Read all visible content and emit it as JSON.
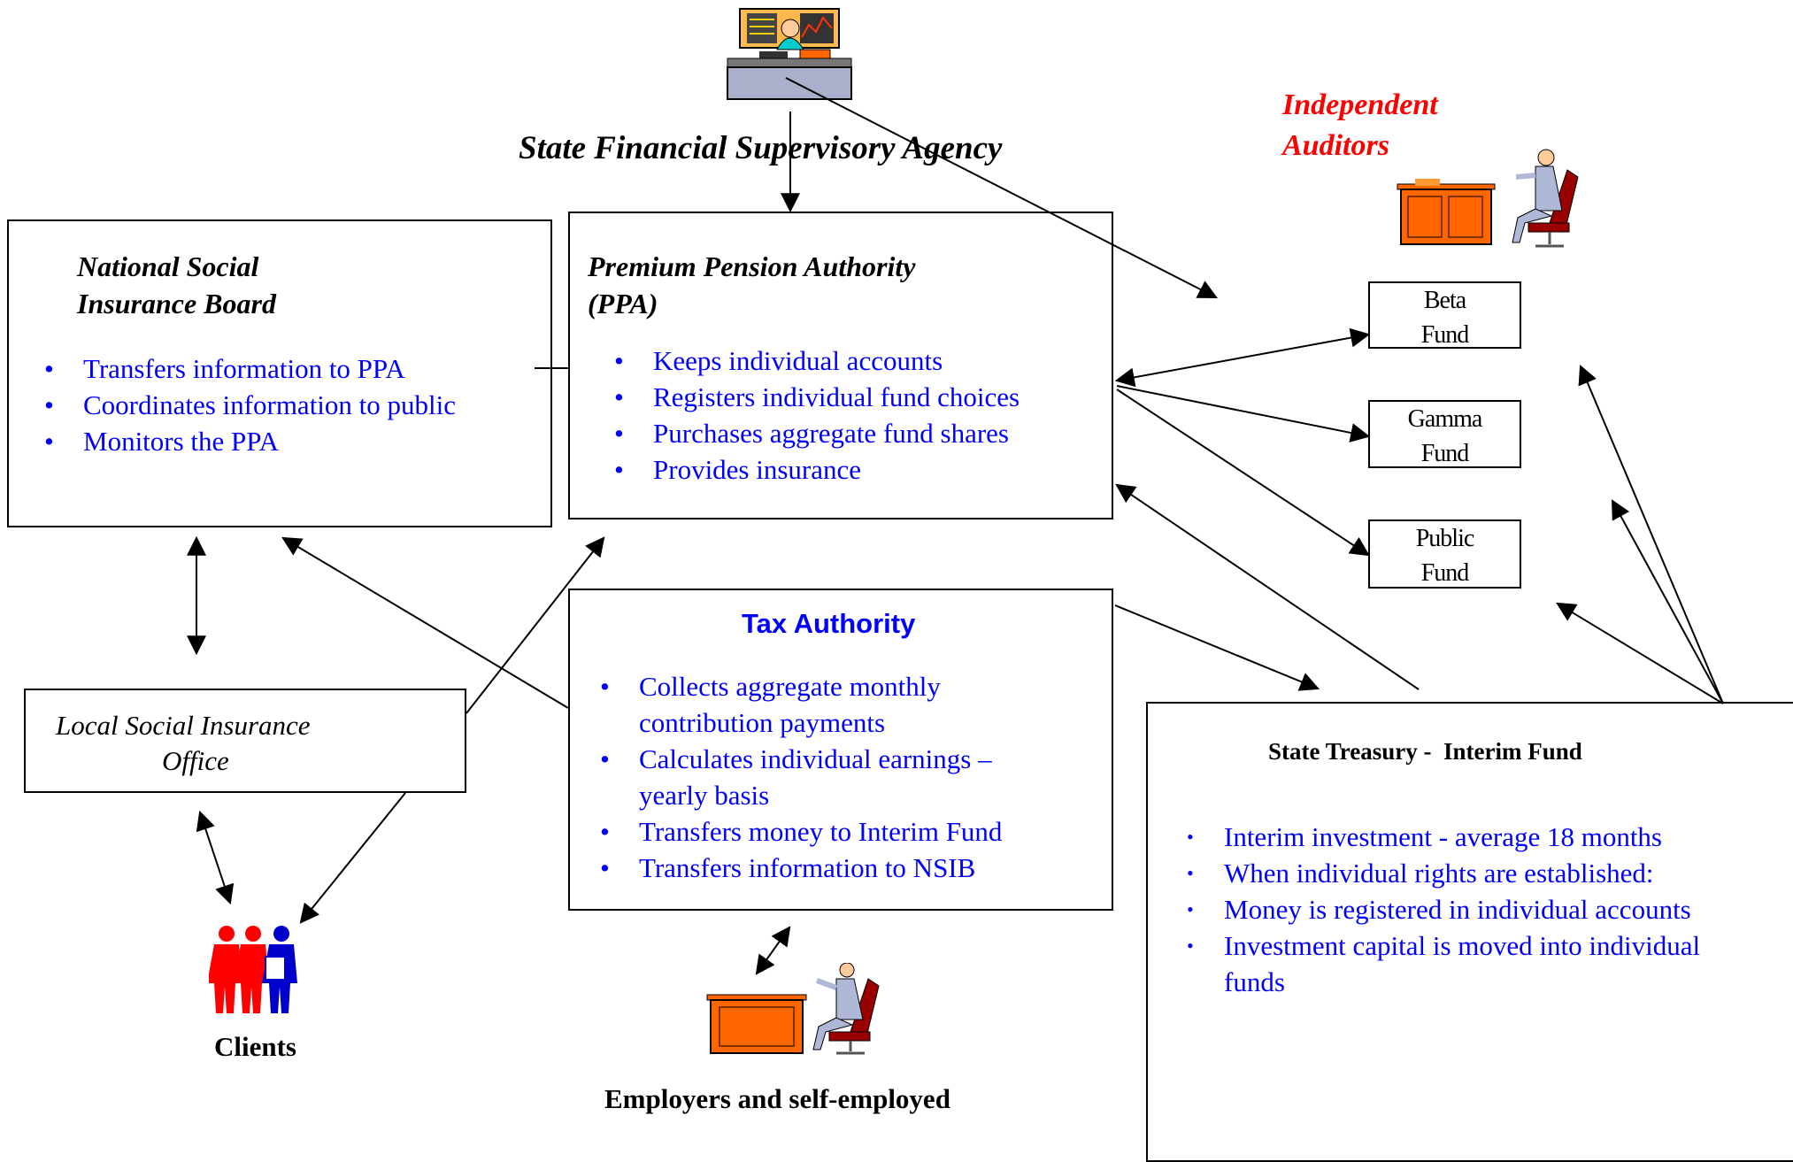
{
  "sfsa": {
    "title": "State Financial Supervisory Agency"
  },
  "auditors": {
    "title_line1": "Independent",
    "title_line2": "Auditors"
  },
  "nsib": {
    "title_line1": "National Social",
    "title_line2": "Insurance Board",
    "items": [
      "Transfers information  to PPA",
      "Coordinates information to public",
      "Monitors the PPA"
    ]
  },
  "ppa": {
    "title_line1": "Premium Pension Authority",
    "title_line2": "(PPA)",
    "items": [
      "Keeps individual accounts",
      "Registers individual fund choices",
      "Purchases aggregate fund shares",
      "Provides insurance"
    ]
  },
  "funds": {
    "beta": [
      "Beta",
      "Fund"
    ],
    "gamma": [
      "Gamma",
      "Fund"
    ],
    "public": [
      "Public",
      "Fund"
    ]
  },
  "local_office": {
    "title_line1": "Local Social Insurance",
    "title_line2": "Office"
  },
  "tax": {
    "title": "Tax Authority",
    "items": [
      [
        "Collects aggregate monthly",
        "contribution payments"
      ],
      [
        "Calculates individual earnings –",
        "yearly basis"
      ],
      [
        "Transfers money to Interim Fund"
      ],
      [
        "Transfers information to NSIB"
      ]
    ]
  },
  "treasury": {
    "title": "State Treasury -  Interim Fund",
    "items": [
      [
        "Interim investment - average 18 months"
      ],
      [
        "When individual rights are established:"
      ],
      [
        "Money is registered in individual accounts"
      ],
      [
        "Investment capital is moved into individual",
        "funds"
      ]
    ]
  },
  "clients": {
    "label": "Clients"
  },
  "employers": {
    "label": "Employers and self-employed"
  },
  "colors": {
    "bullet_text": "#0000ff",
    "auditors_title": "#ff0000",
    "tax_title": "#0000ff",
    "desk_orange": "#ff6600",
    "people_red": "#ff0000",
    "people_blue": "#0000cc"
  }
}
